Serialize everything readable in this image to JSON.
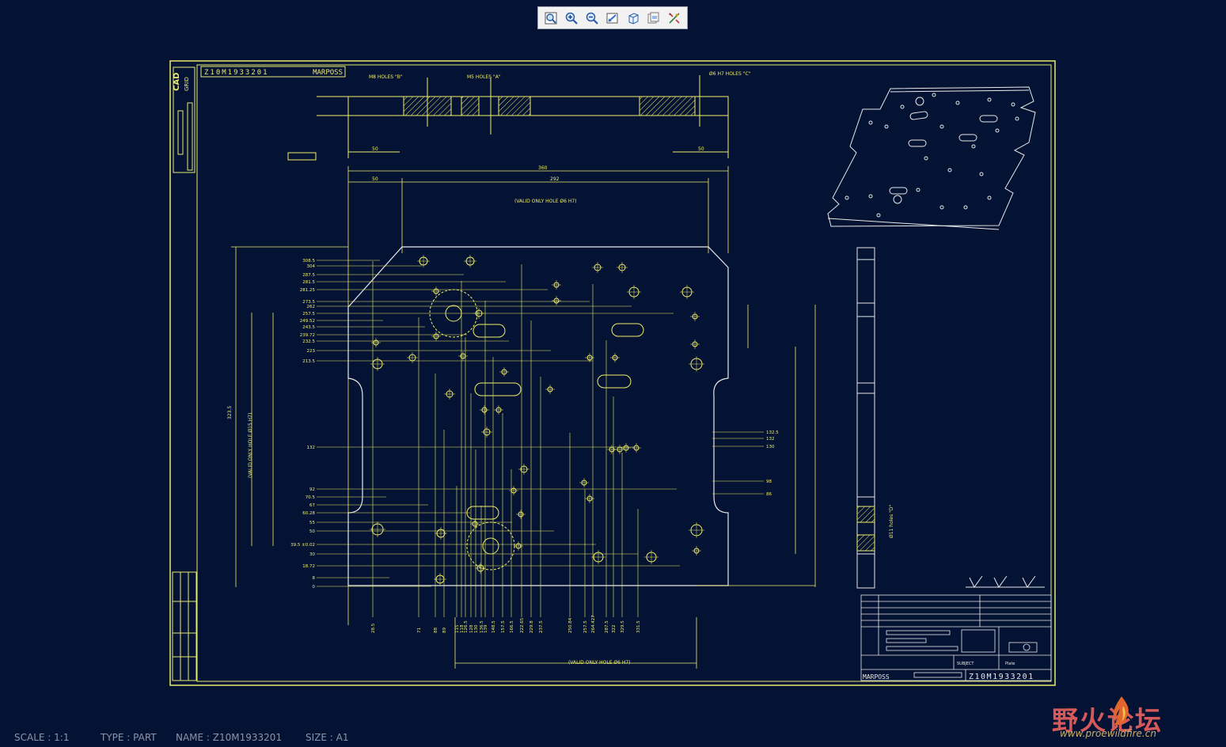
{
  "toolbar": {
    "buttons": [
      {
        "name": "zoom-fit-icon",
        "tip": "refit"
      },
      {
        "name": "zoom-in-icon",
        "tip": "zoom in"
      },
      {
        "name": "zoom-out-icon",
        "tip": "zoom out"
      },
      {
        "name": "repaint-icon",
        "tip": "repaint"
      },
      {
        "name": "view-3d-icon",
        "tip": "orient"
      },
      {
        "name": "saved-views-icon",
        "tip": "saved views"
      },
      {
        "name": "datum-display-icon",
        "tip": "datum display"
      }
    ]
  },
  "drawing": {
    "title_block_code": "Z10M1933201",
    "top_left_code": "Z10M1933201",
    "brand_mark": "MARPOSS",
    "logo_text": [
      "CAD",
      "GRID"
    ],
    "subject_label": "SUBJECT",
    "subject_value": "Plate",
    "holes_b": "M8 HOLES \"B\"",
    "holes_a": "M5 HOLES \"A\"",
    "holes_c": "Ø6 H7 HOLES \"C\"",
    "side_note": "Ø11 holes \"D\"",
    "valid_note_top": "(VALID ONLY HOLE Ø6 H7)",
    "valid_note_bottom": "(VALID ONLY HOLE Ø6 H7)",
    "valid_note_left": "(VALID ONLY HOLE Ø15 H7)",
    "dims_top": [
      "360",
      "292",
      "50",
      "50",
      "50"
    ],
    "dims_left": [
      "308.5",
      "304",
      "287.5",
      "281.5",
      "281.25",
      "273.5",
      "262",
      "257.5",
      "249.52",
      "243.5",
      "239.72",
      "232.5",
      "223",
      "213.5",
      "132",
      "92",
      "70.5",
      "67",
      "60.28",
      "55",
      "50",
      "39.5 ±0.02",
      "30",
      "18.72",
      "8",
      "0"
    ],
    "dims_bottom": [
      "28.5",
      "71",
      "88",
      "89",
      "115",
      "118",
      "126.5",
      "128",
      "130",
      "136.5",
      "139",
      "148.5",
      "157.5",
      "166.5",
      "222.65",
      "229.8",
      "237.5",
      "250.84",
      "257.5",
      "264.427",
      "287.5",
      "322",
      "329.5",
      "331.5"
    ],
    "dims_right": [
      "132.5",
      "132",
      "130",
      "98",
      "86"
    ]
  },
  "status": {
    "scale": "SCALE : 1:1",
    "type": "TYPE : PART",
    "name": "NAME : Z10M1933201",
    "size": "SIZE : A1"
  },
  "watermark": {
    "main": "野火论坛",
    "url": "www.proewildfire.cn"
  },
  "colors": {
    "background": "#041233",
    "line": "#f0ee6a",
    "border": "#eaea70",
    "white_line": "#e8e8e8"
  }
}
